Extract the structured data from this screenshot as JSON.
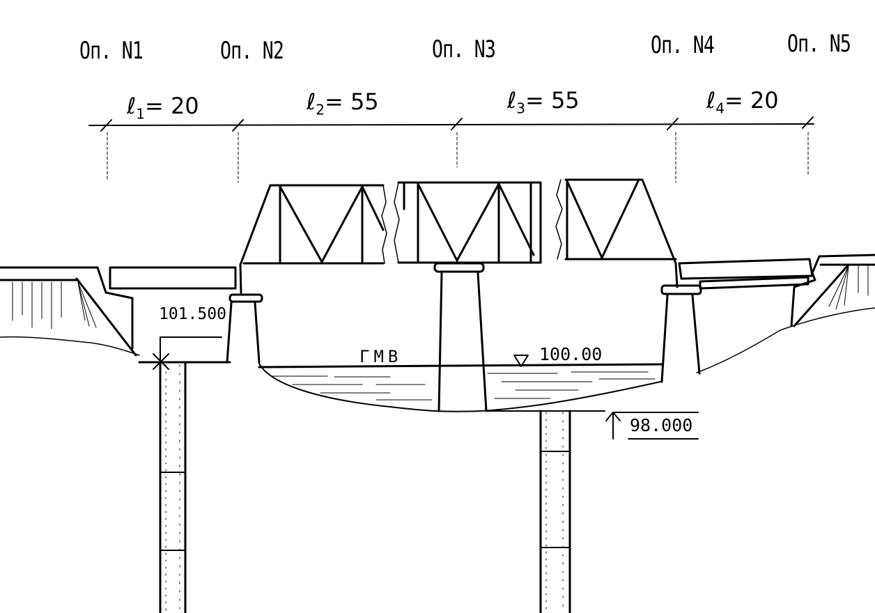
{
  "piers": [
    {
      "label": "Оп. N1"
    },
    {
      "label": "Оп. N2"
    },
    {
      "label": "Оп. N3"
    },
    {
      "label": "Оп. N4"
    },
    {
      "label": "Оп. N5"
    }
  ],
  "spans": [
    {
      "symbol": "ℓ",
      "index": "1",
      "eq": "= 20"
    },
    {
      "symbol": "ℓ",
      "index": "2",
      "eq": "= 55"
    },
    {
      "symbol": "ℓ",
      "index": "3",
      "eq": "= 55"
    },
    {
      "symbol": "ℓ",
      "index": "4",
      "eq": "= 20"
    }
  ],
  "elevations": {
    "pile_top": "101.500",
    "water_level_label": "ГМВ",
    "water_level": "100.00",
    "bed": "98.000"
  },
  "colors": {
    "ink": "#000000",
    "paper": "#ffffff"
  }
}
